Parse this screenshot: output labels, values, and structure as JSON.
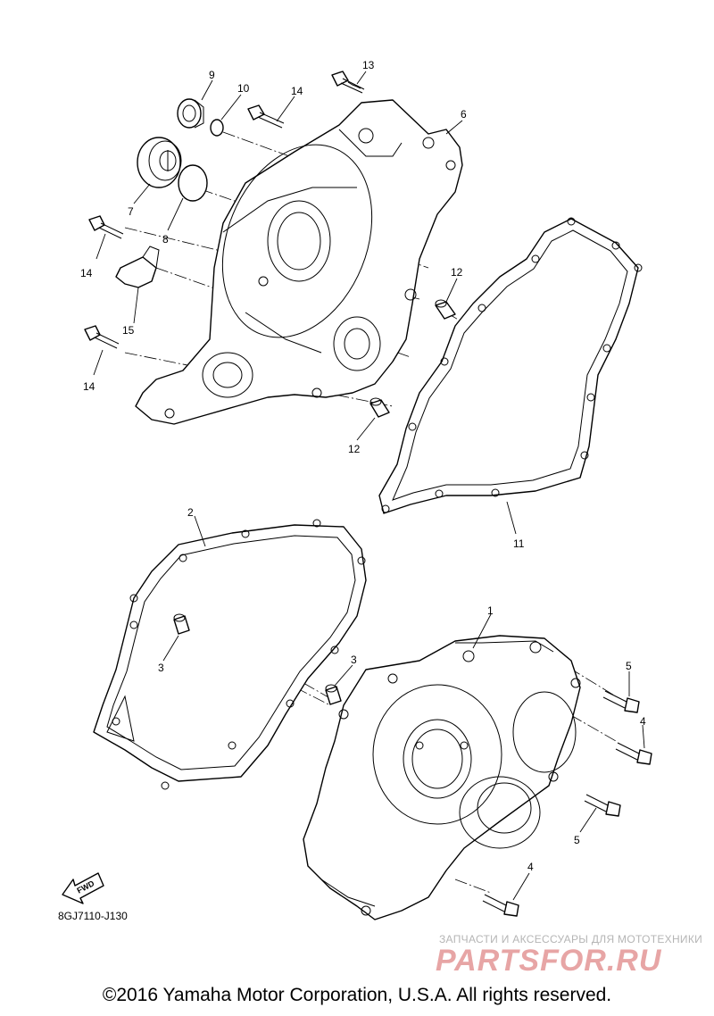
{
  "diagram_code": "8GJ7110-J130",
  "fwd_label": "FWD",
  "copyright": "©2016 Yamaha Motor Corporation, U.S.A. All rights reserved.",
  "watermark": {
    "tagline": "ЗАПЧАСТИ И АКСЕССУАРЫ ДЛЯ МОТОТЕХНИКИ",
    "brand": "PARTSFOR.RU"
  },
  "callouts": {
    "c1": "1",
    "c2": "2",
    "c3a": "3",
    "c3b": "3",
    "c4a": "4",
    "c4b": "4",
    "c5a": "5",
    "c5b": "5",
    "c6": "6",
    "c7": "7",
    "c8": "8",
    "c9": "9",
    "c10": "10",
    "c11": "11",
    "c12a": "12",
    "c12b": "12",
    "c13": "13",
    "c14a": "14",
    "c14b": "14",
    "c14c": "14",
    "c15": "15"
  }
}
